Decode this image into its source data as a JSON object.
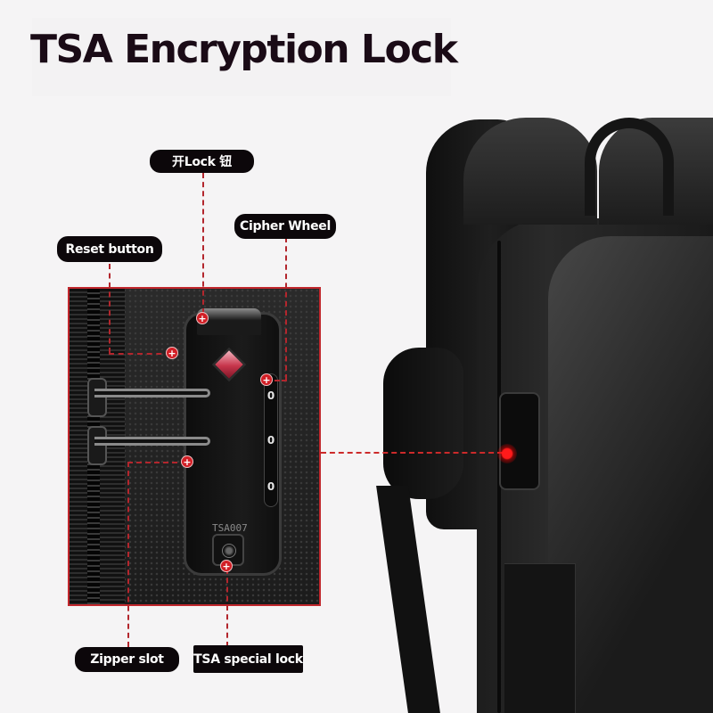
{
  "title": "TSA Encryption Lock",
  "callouts": {
    "unlock_button": "开Lock  钮",
    "cipher_wheel": "Cipher Wheel",
    "reset_button": "Reset button",
    "zipper_slot": "Zipper slot",
    "tsa_special_lock": "TSA special lock"
  },
  "inset": {
    "model_label": "TSA007",
    "digits": [
      "0",
      "0",
      "0"
    ]
  },
  "colors": {
    "accent_red": "#c1272d",
    "marker_red": "#d21f26",
    "pill_bg": "#0c070a",
    "title_text": "#1a0b16",
    "background": "#f5f4f5"
  }
}
